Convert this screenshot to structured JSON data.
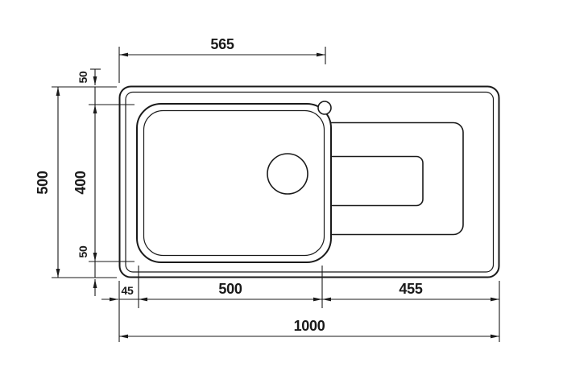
{
  "dims": {
    "top_width": "565",
    "overall_depth": "500",
    "bowl_depth": "400",
    "top_inset": "50",
    "bottom_inset": "50",
    "left_inset": "45",
    "bowl_width": "500",
    "drainer_width": "455",
    "overall_width": "1000"
  },
  "colors": {
    "line": "#1a1a1a",
    "background": "#ffffff"
  }
}
